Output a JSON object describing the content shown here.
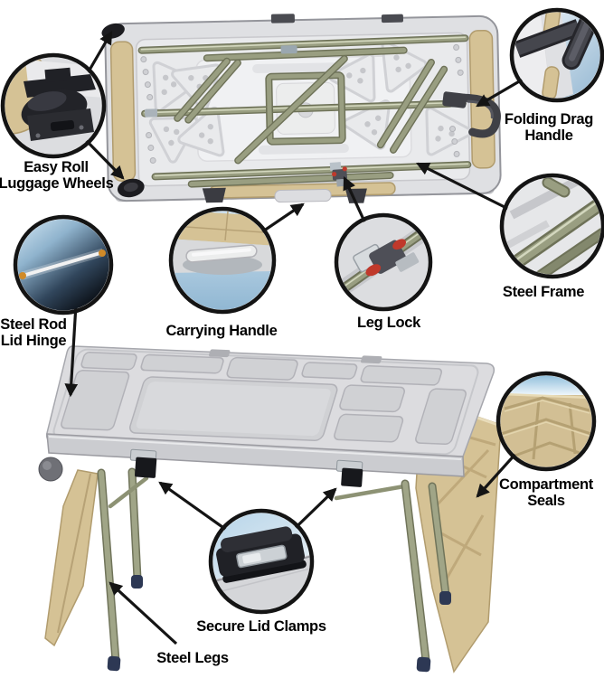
{
  "diagram": {
    "background": "#ffffff",
    "label_text_color": "#000000",
    "callout_ring_color": "#141414",
    "arrow_color": "#141414",
    "palette": {
      "tan_lid": "#d5c295",
      "olive_steel": "#999e81",
      "plastic_gray": "#e2e3e5",
      "dark_hardware": "#3f4046",
      "navy_leg_foot": "#2d3854",
      "red_lock_accent": "#c0392b",
      "callout_sky_blue": "#8fb4d0"
    },
    "callouts": [
      {
        "id": "luggage-wheels",
        "label": "Easy Roll Luggage Wheels",
        "label_lines": [
          "Easy Roll",
          "Luggage Wheels"
        ]
      },
      {
        "id": "drag-handle",
        "label": "Folding Drag Handle",
        "label_lines": [
          "Folding Drag",
          "Handle"
        ]
      },
      {
        "id": "lid-hinge",
        "label": "Steel Rod Lid Hinge",
        "label_lines": [
          "Steel Rod",
          "Lid Hinge"
        ]
      },
      {
        "id": "carrying-handle",
        "label": "Carrying Handle",
        "label_lines": [
          "Carrying Handle"
        ]
      },
      {
        "id": "leg-lock",
        "label": "Leg Lock",
        "label_lines": [
          "Leg Lock"
        ]
      },
      {
        "id": "steel-frame",
        "label": "Steel Frame",
        "label_lines": [
          "Steel Frame"
        ]
      },
      {
        "id": "compartment-seals",
        "label": "Compartment Seals",
        "label_lines": [
          "Compartment",
          "Seals"
        ]
      },
      {
        "id": "lid-clamps",
        "label": "Secure Lid Clamps",
        "label_lines": [
          "Secure Lid Clamps"
        ]
      },
      {
        "id": "steel-legs",
        "label": "Steel Legs",
        "label_lines": [
          "Steel Legs"
        ]
      }
    ]
  }
}
